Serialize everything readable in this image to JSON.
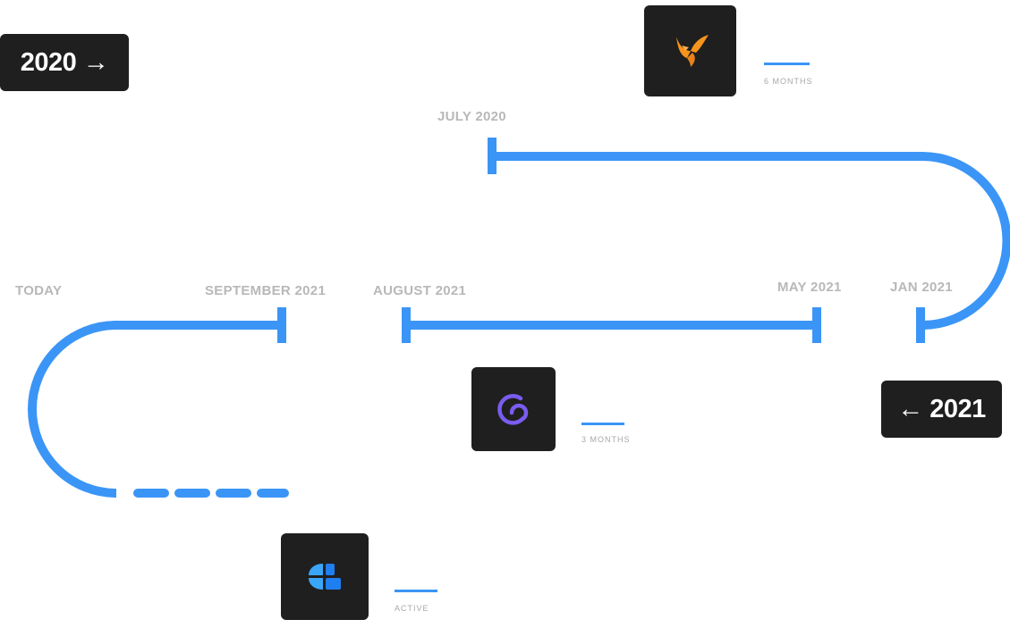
{
  "badges": {
    "start": "2020 →",
    "mid": "← 2021"
  },
  "dates": {
    "july_2020": "JULY 2020",
    "jan_2021": "JAN 2021",
    "may_2021": "MAY 2021",
    "august_2021": "AUGUST 2021",
    "september_2021": "SEPTEMBER 2021",
    "today": "TODAY"
  },
  "companies": [
    {
      "icon": "fastspring-bird-logo",
      "duration": "6 MONTHS",
      "color": "#f7941d"
    },
    {
      "icon": "purple-c-logo",
      "duration": "3 MONTHS",
      "color": "#7a5cf0"
    },
    {
      "icon": "blue-blocks-logo",
      "duration": "ACTIVE",
      "color": "#3aa6f8"
    }
  ],
  "colors": {
    "track": "#3b95f6",
    "tile": "#1f1f1f",
    "label": "#b8b8b8"
  }
}
